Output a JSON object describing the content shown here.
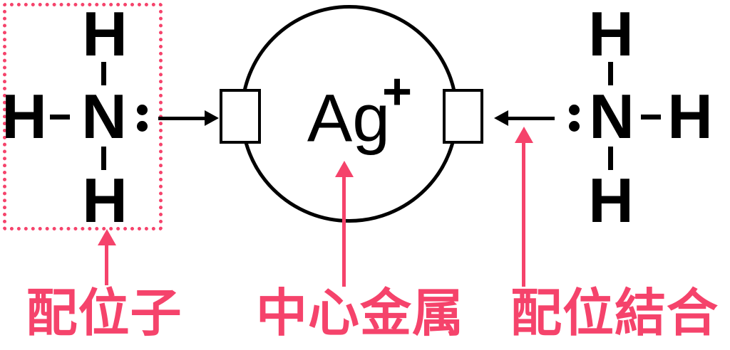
{
  "colors": {
    "accent_pink": "#f5436b",
    "ink_black": "#000000",
    "background": "#ffffff"
  },
  "central_complex": {
    "metal_symbol": "Ag",
    "metal_charge": "+"
  },
  "left_ligand": {
    "h_top": "H",
    "h_left": "H",
    "nitrogen": "N",
    "h_bottom": "H"
  },
  "right_ligand": {
    "h_top": "H",
    "h_right": "H",
    "nitrogen": "N",
    "h_bottom": "H"
  },
  "labels": {
    "ligand": "配位子",
    "central_metal": "中心金属",
    "coordinate_bond": "配位結合"
  },
  "icons": {
    "ligand_highlight": "pink-dotted-rectangle",
    "lone_pair": "two-stacked-black-dots",
    "donation_arrow": "black-arrow-into-bond-site-box",
    "pointer_arrow": "pink-vertical-up-arrow"
  }
}
